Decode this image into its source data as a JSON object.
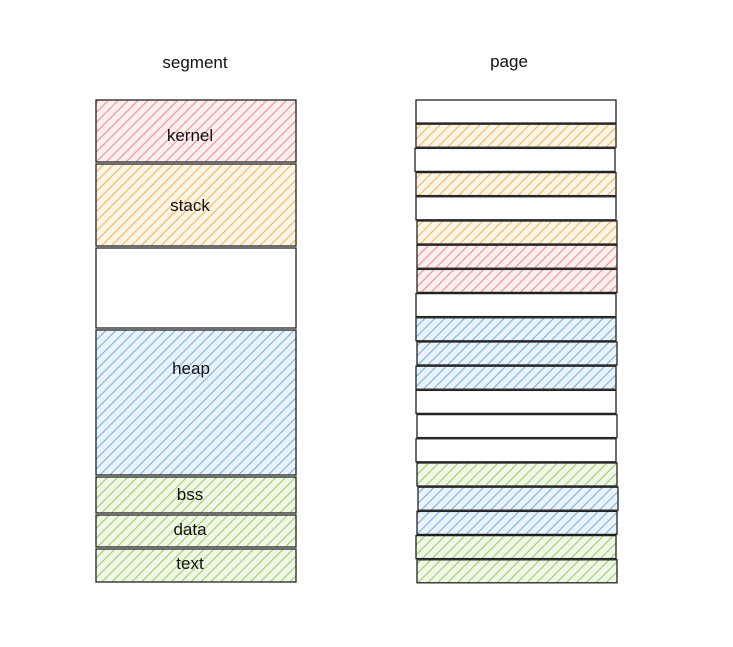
{
  "colors": {
    "kernel": "#f4a7a7",
    "stack": "#f5c77a",
    "heap": "#8fbde6",
    "green": "#a8d67a",
    "empty": "#ffffff",
    "stroke": "#222222"
  },
  "segment": {
    "title": "segment",
    "blocks": [
      {
        "label": "kernel",
        "color": "kernel"
      },
      {
        "label": "stack",
        "color": "stack"
      },
      {
        "label": "",
        "color": "empty"
      },
      {
        "label": "heap",
        "color": "heap"
      },
      {
        "label": "bss",
        "color": "green"
      },
      {
        "label": "data",
        "color": "green"
      },
      {
        "label": "text",
        "color": "green"
      }
    ]
  },
  "page": {
    "title": "page",
    "rows": [
      "empty",
      "stack",
      "empty",
      "stack",
      "empty",
      "stack",
      "kernel",
      "kernel",
      "empty",
      "heap",
      "heap",
      "heap",
      "empty",
      "empty",
      "empty",
      "green",
      "heap",
      "heap",
      "green",
      "green"
    ]
  }
}
